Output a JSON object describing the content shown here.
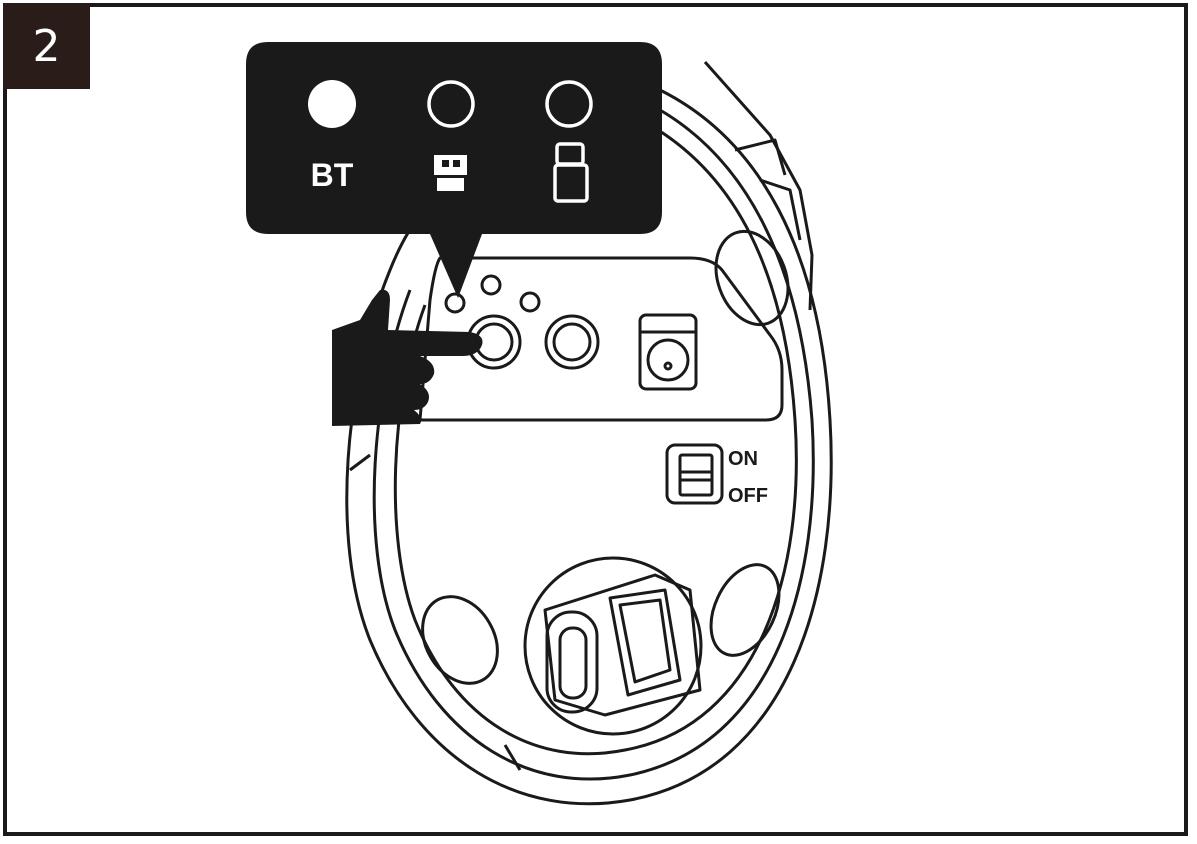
{
  "step": {
    "number": "2"
  },
  "callout": {
    "modes": [
      {
        "label": "BT",
        "indicator": "filled"
      },
      {
        "label": "",
        "icon": "usb-receiver-icon",
        "indicator": "empty"
      },
      {
        "label": "",
        "icon": "usb-c-dongle-icon",
        "indicator": "empty"
      }
    ]
  },
  "power_switch": {
    "on_label": "ON",
    "off_label": "OFF"
  },
  "colors": {
    "ink": "#1a1a1a",
    "badge": "#2a1d19",
    "callout_bg": "#1a1a1a"
  },
  "icons": [
    "pointing-hand-icon",
    "usb-receiver-icon",
    "usb-c-dongle-icon"
  ]
}
